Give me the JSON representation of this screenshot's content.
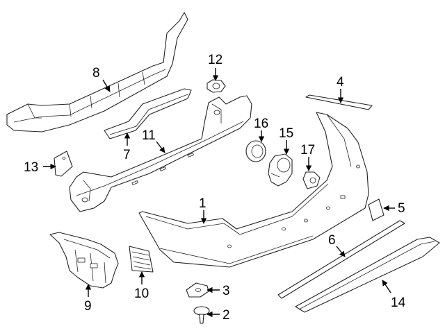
{
  "callouts": {
    "c1": "1",
    "c2": "2",
    "c3": "3",
    "c4": "4",
    "c5": "5",
    "c6": "6",
    "c7": "7",
    "c8": "8",
    "c9": "9",
    "c10": "10",
    "c11": "11",
    "c12": "12",
    "c13": "13",
    "c14": "14",
    "c15": "15",
    "c16": "16",
    "c17": "17"
  },
  "colors": {
    "line": "#222222",
    "background": "#ffffff"
  }
}
